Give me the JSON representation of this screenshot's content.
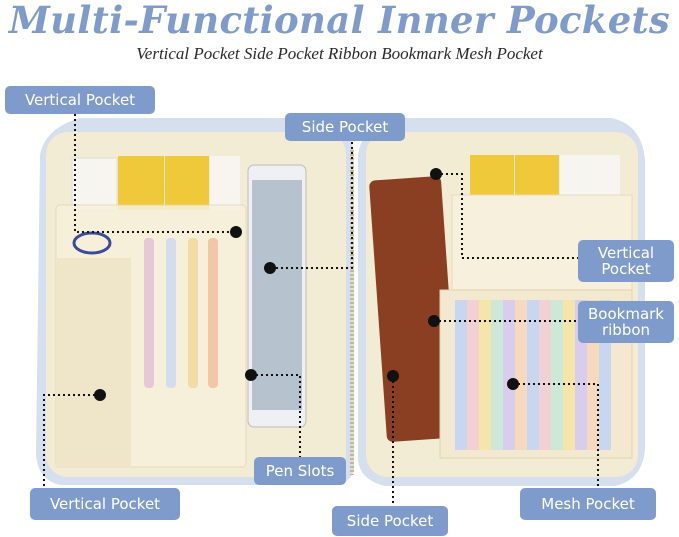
{
  "header": {
    "title": "Multi-Functional Inner Pockets",
    "subtitle": "Vertical Pocket Side Pocket Ribbon Bookmark Mesh Pocket"
  },
  "labels": {
    "vertical_pocket_top": "Vertical Pocket",
    "side_pocket_top": "Side Pocket",
    "vertical_pocket_right_1": "Vertical",
    "vertical_pocket_right_2": "Pocket",
    "bookmark_ribbon_1": "Bookmark",
    "bookmark_ribbon_2": "ribbon",
    "pen_slots": "Pen Slots",
    "vertical_pocket_bottom": "Vertical Pocket",
    "side_pocket_bottom": "Side Pocket",
    "mesh_pocket": "Mesh Pocket"
  },
  "colors": {
    "accent": "#7f9bcb",
    "canvas": "#f5efd9",
    "binder": "#8a3f22"
  }
}
